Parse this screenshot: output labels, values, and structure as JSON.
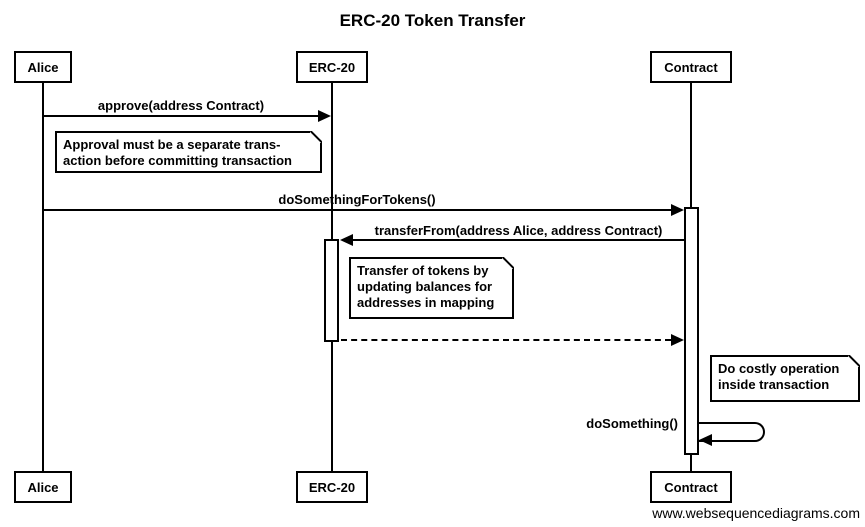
{
  "title": "ERC-20 Token Transfer",
  "watermark": "www.websequencediagrams.com",
  "colors": {
    "foreground": "#000000",
    "background": "#ffffff"
  },
  "actors": [
    {
      "name": "Alice"
    },
    {
      "name": "ERC-20"
    },
    {
      "name": "Contract"
    }
  ],
  "messages": {
    "approve": "approve(address Contract)",
    "do_something_for_tokens": "doSomethingForTokens()",
    "transfer_from": "transferFrom(address Alice, address Contract)",
    "do_something": "doSomething()"
  },
  "notes": {
    "approval": [
      "Approval must be a separate trans-",
      "action before committing transaction"
    ],
    "transfer": [
      "Transfer of tokens by",
      "updating balances for",
      "addresses in mapping"
    ],
    "costly": [
      "Do costly operation",
      "inside transaction"
    ]
  }
}
